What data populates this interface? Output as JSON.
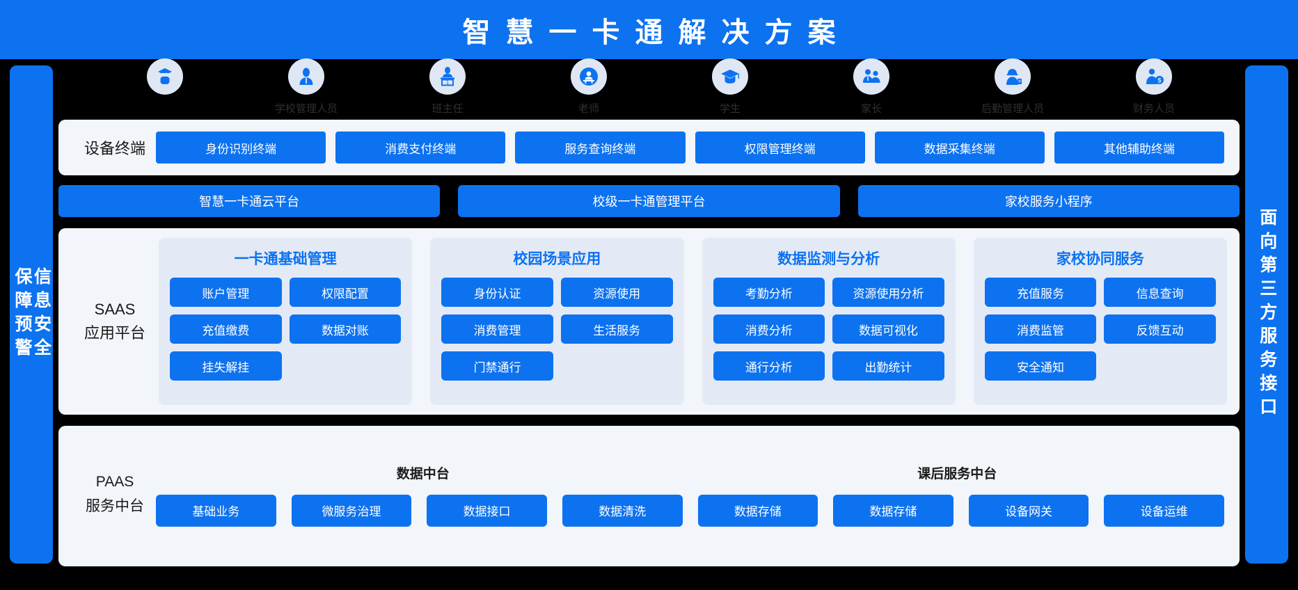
{
  "header": {
    "title": "智慧一卡通解决方案"
  },
  "rails": {
    "left": {
      "text": "信息安全\n保障预警",
      "color": "#0d72f0"
    },
    "right": {
      "text": "面向第三方服务接口",
      "color": "#0d72f0"
    }
  },
  "roles": [
    {
      "label": "",
      "icon": "graduate-avatar-icon"
    },
    {
      "label": "学校管理人员",
      "icon": "person-avatar-icon"
    },
    {
      "label": "班主任",
      "icon": "teacher-desk-icon"
    },
    {
      "label": "老师",
      "icon": "teacher-podium-icon"
    },
    {
      "label": "学生",
      "icon": "graduation-cap-icon"
    },
    {
      "label": "家长",
      "icon": "parents-pair-icon"
    },
    {
      "label": "后勤管理人员",
      "icon": "worker-helmet-icon"
    },
    {
      "label": "财务人员",
      "icon": "finance-person-icon"
    }
  ],
  "device_row": {
    "label": "设备终端",
    "buttons": [
      "身份识别终端",
      "消费支付终端",
      "服务查询终端",
      "权限管理终端",
      "数据采集终端",
      "其他辅助终端"
    ]
  },
  "platform_row": {
    "buttons": [
      "智慧一卡通云平台",
      "校级一卡通管理平台",
      "家校服务小程序"
    ]
  },
  "saas": {
    "label_line1": "SAAS",
    "label_line2": "应用平台",
    "groups": [
      {
        "title": "一卡通基础管理",
        "items": [
          "账户管理",
          "权限配置",
          "充值缴费",
          "数据对账",
          "挂失解挂"
        ]
      },
      {
        "title": "校园场景应用",
        "items": [
          "身份认证",
          "资源使用",
          "消费管理",
          "生活服务",
          "门禁通行"
        ]
      },
      {
        "title": "数据监测与分析",
        "items": [
          "考勤分析",
          "资源使用分析",
          "消费分析",
          "数据可视化",
          "通行分析",
          "出勤统计"
        ]
      },
      {
        "title": "家校协同服务",
        "items": [
          "充值服务",
          "信息查询",
          "消费监管",
          "反馈互动",
          "安全通知"
        ]
      }
    ]
  },
  "paas": {
    "label_line1": "PAAS",
    "label_line2": "服务中台",
    "columns": [
      {
        "title": "数据中台",
        "items": [
          "基础业务",
          "微服务治理",
          "数据接口",
          "数据清洗"
        ]
      },
      {
        "title": "课后服务中台",
        "items": [
          "数据存储",
          "数据存储",
          "设备网关",
          "设备运维"
        ]
      }
    ]
  },
  "colors": {
    "brand_blue": "#0d72f0",
    "panel_bg": "#f2f5fa",
    "group_bg": "#e3eaf6",
    "icon_circle_bg": "#dfe7f5",
    "page_bg": "#000000",
    "label_text": "#303030"
  }
}
